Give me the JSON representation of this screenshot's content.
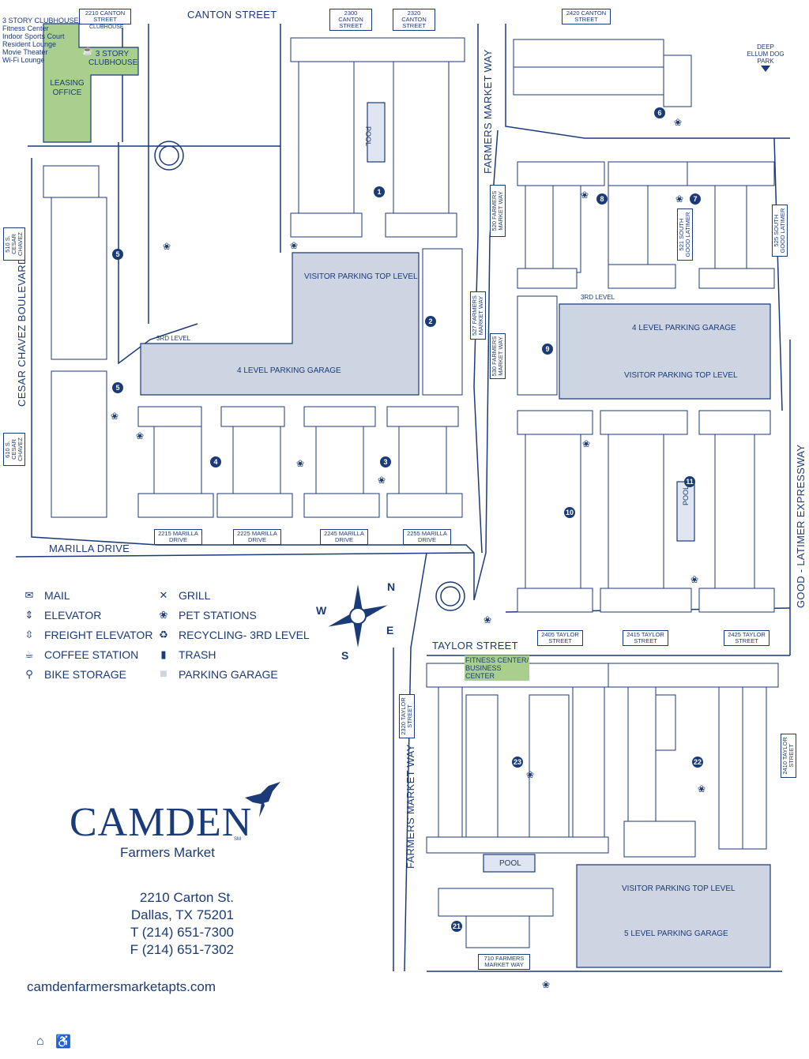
{
  "streets": {
    "canton": "CANTON STREET",
    "marilla": "MARILLA DRIVE",
    "taylor": "TAYLOR STREET",
    "farmers_market_way": "FARMERS MARKET WAY",
    "cesar_chavez": "CESAR CHAVEZ BOULEVARD",
    "good_latimer": "GOOD - LATIMER EXPRESSWAY"
  },
  "address_tags": [
    "2210 CANTON STREET",
    "2300 CANTON STREET",
    "2320 CANTON STREET",
    "2420 CANTON STREET",
    "510 S. CESAR CHAVEZ",
    "610 S. CESAR CHAVEZ",
    "520 FARMERS MARKET WAY",
    "527 FARMERS MARKET WAY",
    "530 FARMERS MARKET WAY",
    "521 SOUTH GOOD LATIMER",
    "525 SOUTH GOOD LATIMER",
    "2215 MARILLA DRIVE",
    "2225 MARILLA DRIVE",
    "2245 MARILLA DRIVE",
    "2255 MARILLA DRIVE",
    "2405 TAYLOR STREET",
    "2415 TAYLOR STREET",
    "2425 TAYLOR STREET",
    "2320 TAYLOR STREET",
    "2410 TAYLOR STREET",
    "710 FARMERS MARKET WAY"
  ],
  "clubhouse": {
    "note_title": "3 STORY CLUBHOUSE:",
    "note_items": [
      "Fitness Center",
      "Indoor Sports Court",
      "Resident Lounge",
      "Movie Theater",
      "Wi-Fi Lounge"
    ],
    "clubhouse_label": "CLUBHOUSE",
    "building_label": "3 STORY CLUBHOUSE",
    "leasing": "LEASING OFFICE"
  },
  "dog_park": "DEEP ELLUM DOG PARK",
  "garages": {
    "west_top": "VISITOR PARKING TOP LEVEL",
    "west_main": "4 LEVEL PARKING GARAGE",
    "west_3rd": "3RD LEVEL",
    "east_3rd": "3RD LEVEL",
    "east_main": "4 LEVEL PARKING GARAGE",
    "east_top": "VISITOR PARKING TOP LEVEL",
    "south_top": "VISITOR PARKING TOP LEVEL",
    "south_main": "5 LEVEL PARKING GARAGE"
  },
  "pool_label": "POOL",
  "fitness_business": "FITNESS CENTER/ BUSINESS CENTER",
  "building_numbers": [
    "1",
    "2",
    "3",
    "4",
    "5",
    "5",
    "6",
    "7",
    "8",
    "9",
    "10",
    "11",
    "21",
    "22",
    "23"
  ],
  "legend": [
    {
      "icon": "mail-icon",
      "glyph": "✉",
      "label": "MAIL"
    },
    {
      "icon": "elevator-icon",
      "glyph": "⇕",
      "label": "ELEVATOR"
    },
    {
      "icon": "freight-elevator-icon",
      "glyph": "⇳",
      "label": "FREIGHT ELEVATOR"
    },
    {
      "icon": "coffee-icon",
      "glyph": "☕",
      "label": "COFFEE STATION"
    },
    {
      "icon": "bike-icon",
      "glyph": "⚲",
      "label": "BIKE STORAGE"
    },
    {
      "icon": "grill-icon",
      "glyph": "✕",
      "label": "GRILL"
    },
    {
      "icon": "paw-icon",
      "glyph": "❀",
      "label": "PET STATIONS"
    },
    {
      "icon": "recycling-icon",
      "glyph": "♻",
      "label": "RECYCLING- 3RD LEVEL"
    },
    {
      "icon": "trash-icon",
      "glyph": "▮",
      "label": "TRASH"
    },
    {
      "icon": "garage-swatch-icon",
      "glyph": "■",
      "label": "PARKING GARAGE"
    }
  ],
  "brand": {
    "name": "CAMDEN",
    "sm": "SM",
    "sub": "Farmers Market"
  },
  "contact": {
    "street": "2210 Carton St.",
    "city": "Dallas, TX 75201",
    "phone": "T (214) 651-7300",
    "fax": "F (214) 651-7302",
    "web": "camdenfarmersmarketapts.com"
  },
  "colors": {
    "ink": "#1b3a78",
    "garage": "#cdd5e2",
    "club": "#a8cf8e",
    "road": "#1b3a78"
  }
}
